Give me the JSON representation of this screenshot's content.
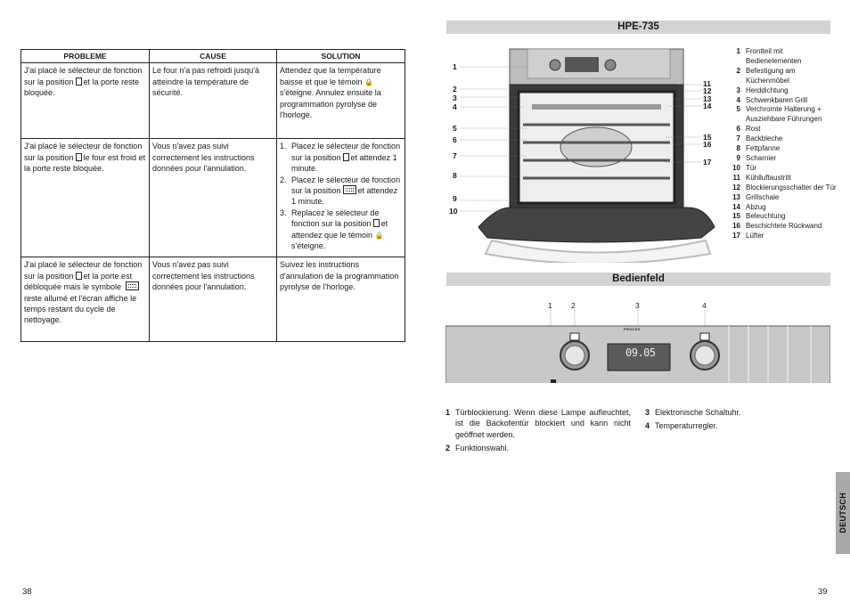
{
  "left_page": {
    "table": {
      "headers": [
        "PROBLEME",
        "CAUSE",
        "SOLUTION"
      ],
      "rows": [
        {
          "probleme": [
            "J'ai placé le sélecteur de",
            "fonction sur la position",
            "et",
            "la porte reste bloquée."
          ],
          "cause": "Le four n'a pas refroidi jusqu'à atteindre la température de sécurité.",
          "solution": [
            "Attendez que la température baisse et que le témoin",
            "s'éteigne. Annulez ensuite la programmation pyrolyse de l'horloge."
          ]
        },
        {
          "probleme": [
            "J'ai placé le sélecteur de",
            "fonction sur la position",
            "le four est froid et la porte reste bloquée."
          ],
          "cause": "Vous n'avez pas suivi correctement les instructions données pour l'annulation.",
          "solution_steps": [
            {
              "n": "1.",
              "parts": [
                "Placez le sélecteur de fonction sur la position",
                "et attendez 1 minute."
              ]
            },
            {
              "n": "2.",
              "parts": [
                "Placez le sélecteur de fonction sur la position",
                "et attendez 1 minute."
              ]
            },
            {
              "n": "3.",
              "parts": [
                "Replacez le sélecteur de fonction sur la position",
                "et attendez que le témoin",
                "s'éteigne."
              ]
            }
          ]
        },
        {
          "probleme": [
            "J'ai placé le sélecteur de fonction sur la position",
            "et la porte est débloquée mais le symbole",
            "reste allumé et l'écran affiche le temps restant du cycle de nettoyage."
          ],
          "cause": "Vous n'avez pas suivi correctement les instructions données pour l'annulation.",
          "solution": "Suivez les instructions d'annulation de la programmation pyrolyse de l'horloge."
        }
      ]
    },
    "page_number": "38"
  },
  "right_page": {
    "model_title": "HPE-735",
    "panel_title": "Bedienfeld",
    "oven_callouts_left": [
      "1",
      "2",
      "3",
      "4",
      "5",
      "6",
      "7",
      "8",
      "9",
      "10"
    ],
    "oven_callouts_right": [
      "11",
      "12",
      "13",
      "14",
      "15",
      "16",
      "17"
    ],
    "legend": [
      {
        "n": "1",
        "t": "Frontteil mit Bedienelementen"
      },
      {
        "n": "2",
        "t": "Befestigung am Küchenmöbel"
      },
      {
        "n": "3",
        "t": "Herddichtung"
      },
      {
        "n": "4",
        "t": "Schwenkbaren Grill"
      },
      {
        "n": "5",
        "t": "Verchromte Halterung + Ausziehbare Führungen"
      },
      {
        "n": "6",
        "t": "Rost"
      },
      {
        "n": "7",
        "t": "Backbleche"
      },
      {
        "n": "8",
        "t": "Fettpfanne"
      },
      {
        "n": "9",
        "t": "Scharnier"
      },
      {
        "n": "10",
        "t": "Tür"
      },
      {
        "n": "11",
        "t": "Kühlluftaustritt"
      },
      {
        "n": "12",
        "t": "Blockierungsschalter der Tür"
      },
      {
        "n": "13",
        "t": "Grillschale"
      },
      {
        "n": "14",
        "t": "Abzug"
      },
      {
        "n": "15",
        "t": "Beleuchtung"
      },
      {
        "n": "16",
        "t": "Beschichtete Rückwand"
      },
      {
        "n": "17",
        "t": "Lüfter"
      }
    ],
    "panel_callouts": [
      "1",
      "2",
      "3",
      "4"
    ],
    "panel_display": "09.05",
    "panel_brand": "PRIVILEG",
    "descriptions_left": [
      {
        "n": "1",
        "t": "Türblockierung. Wenn diese Lampe aufleuchtet, ist die Backofentür blockiert und kann nicht geöffnet werden."
      },
      {
        "n": "2",
        "t": "Funktionswahl."
      }
    ],
    "descriptions_right": [
      {
        "n": "3",
        "t": "Elektronische Schaltuhr."
      },
      {
        "n": "4",
        "t": "Temperaturregler."
      }
    ],
    "side_tab": "DEUTSCH",
    "page_number": "39"
  }
}
